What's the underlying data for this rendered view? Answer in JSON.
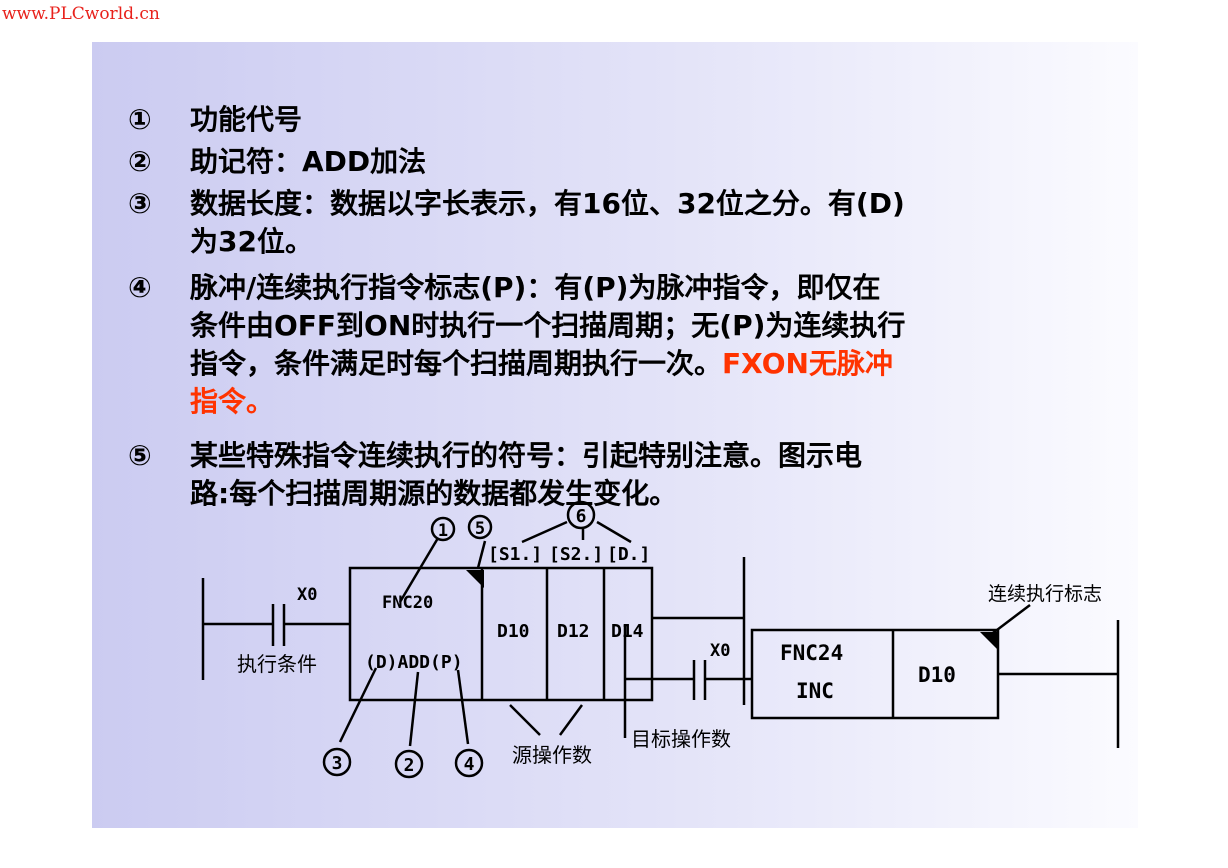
{
  "watermark": "www.PLCworld.cn",
  "items": [
    {
      "num": "①",
      "lines": [
        "功能代号"
      ]
    },
    {
      "num": "②",
      "lines": [
        "助记符：ADD加法"
      ]
    },
    {
      "num": "③",
      "lines": [
        "数据长度：数据以字长表示，有16位、32位之分。有(D)",
        "为32位。"
      ]
    },
    {
      "num": "④",
      "lines": [
        "脉冲/连续执行指令标志(P)：有(P)为脉冲指令，即仅在",
        "条件由OFF到ON时执行一个扫描周期；无(P)为连续执行",
        "指令，条件满足时每个扫描周期执行一次。"
      ],
      "highlight": [
        "FXON无脉冲",
        "指令。"
      ]
    },
    {
      "num": "⑤",
      "lines": [
        "某些特殊指令连续执行的符号：引起特别注意。图示电",
        "路:每个扫描周期源的数据都发生变化。"
      ]
    }
  ],
  "diagram": {
    "contact1": "X0",
    "exec_condition": "执行条件",
    "fnc_code": "FNC20",
    "mnemonic": "(D)ADD(P)",
    "operand_headers": [
      "[S1.]",
      "[S2.]",
      "[D.]"
    ],
    "operands": [
      "D10",
      "D12",
      "D14"
    ],
    "contact2": "X0",
    "fnc2_code": "FNC24",
    "fnc2_name": "INC",
    "fnc2_operand": "D10",
    "continuous_flag_label": "连续执行标志",
    "source_label": "源操作数",
    "target_label": "目标操作数",
    "circle_labels": [
      "1",
      "5",
      "6",
      "3",
      "2",
      "4"
    ]
  }
}
